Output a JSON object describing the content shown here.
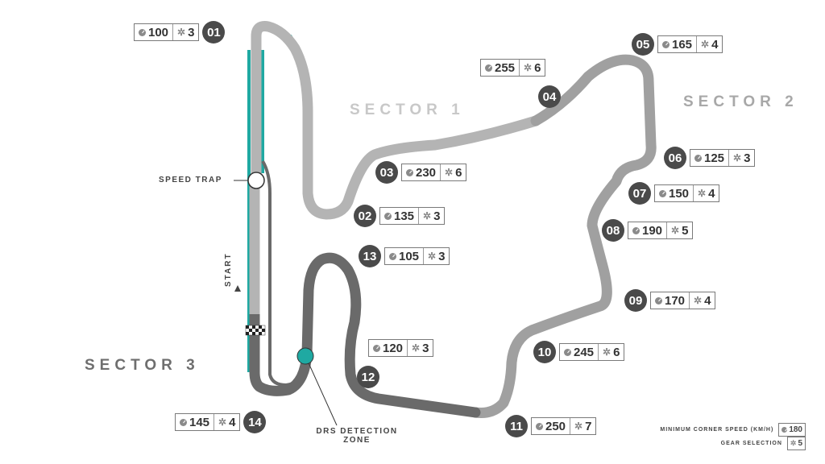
{
  "colors": {
    "sector1": "#b4b4b4",
    "sector2": "#a0a0a0",
    "sector3": "#6a6a6a",
    "drs": "#1fa9a2",
    "marker": "#4a4a4a"
  },
  "sectors": [
    {
      "label": "SECTOR 1",
      "color": "#c8c8c8"
    },
    {
      "label": "SECTOR 2",
      "color": "#a8a8a8"
    },
    {
      "label": "SECTOR 3",
      "color": "#6e6e6e"
    }
  ],
  "corners": [
    {
      "num": "01",
      "speed": "100",
      "gear": "3"
    },
    {
      "num": "02",
      "speed": "135",
      "gear": "3"
    },
    {
      "num": "03",
      "speed": "230",
      "gear": "6"
    },
    {
      "num": "04",
      "speed": "255",
      "gear": "6"
    },
    {
      "num": "05",
      "speed": "165",
      "gear": "4"
    },
    {
      "num": "06",
      "speed": "125",
      "gear": "3"
    },
    {
      "num": "07",
      "speed": "150",
      "gear": "4"
    },
    {
      "num": "08",
      "speed": "190",
      "gear": "5"
    },
    {
      "num": "09",
      "speed": "170",
      "gear": "4"
    },
    {
      "num": "10",
      "speed": "245",
      "gear": "6"
    },
    {
      "num": "11",
      "speed": "250",
      "gear": "7"
    },
    {
      "num": "12",
      "speed": "120",
      "gear": "3"
    },
    {
      "num": "13",
      "speed": "105",
      "gear": "3"
    },
    {
      "num": "14",
      "speed": "145",
      "gear": "4"
    }
  ],
  "labels": {
    "speed_trap": "SPEED TRAP",
    "start": "START",
    "drs_line1": "DRS DETECTION",
    "drs_line2": "ZONE"
  },
  "legend": {
    "speed_text": "MINIMUM CORNER SPEED (KM/H)",
    "speed_value": "180",
    "gear_text": "GEAR SELECTION",
    "gear_value": "5"
  }
}
